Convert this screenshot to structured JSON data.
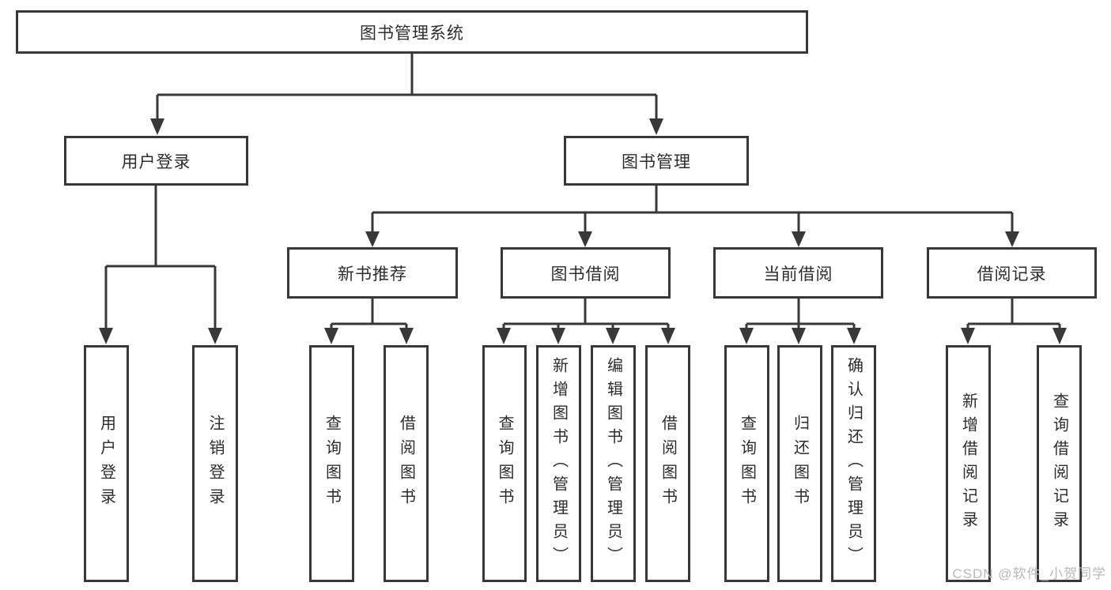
{
  "diagram": {
    "type": "tree",
    "root": {
      "label": "图书管理系统"
    },
    "level2": [
      {
        "label": "用户登录",
        "parent": "图书管理系统"
      },
      {
        "label": "图书管理",
        "parent": "图书管理系统"
      }
    ],
    "level3": [
      {
        "label": "新书推荐",
        "parent": "图书管理"
      },
      {
        "label": "图书借阅",
        "parent": "图书管理"
      },
      {
        "label": "当前借阅",
        "parent": "图书管理"
      },
      {
        "label": "借阅记录",
        "parent": "图书管理"
      }
    ],
    "leaves": [
      {
        "label": "用户登录",
        "parent": "用户登录"
      },
      {
        "label": "注销登录",
        "parent": "用户登录"
      },
      {
        "label": "查询图书",
        "parent": "新书推荐"
      },
      {
        "label": "借阅图书",
        "parent": "新书推荐"
      },
      {
        "label": "查询图书",
        "parent": "图书借阅"
      },
      {
        "label": "新增图书（管理员）",
        "parent": "图书借阅"
      },
      {
        "label": "编辑图书（管理员）",
        "parent": "图书借阅"
      },
      {
        "label": "借阅图书",
        "parent": "图书借阅"
      },
      {
        "label": "查询图书",
        "parent": "当前借阅"
      },
      {
        "label": "归还图书",
        "parent": "当前借阅"
      },
      {
        "label": "确认归还（管理员）",
        "parent": "当前借阅"
      },
      {
        "label": "新增借阅记录",
        "parent": "借阅记录"
      },
      {
        "label": "查询借阅记录",
        "parent": "借阅记录"
      }
    ],
    "watermark": "CSDN @软件_小贺同学",
    "colors": {
      "line": "#383838",
      "box_border": "#383838",
      "text": "#2d2d2d",
      "background": "#ffffff",
      "watermark": "#b9b9b9"
    }
  }
}
